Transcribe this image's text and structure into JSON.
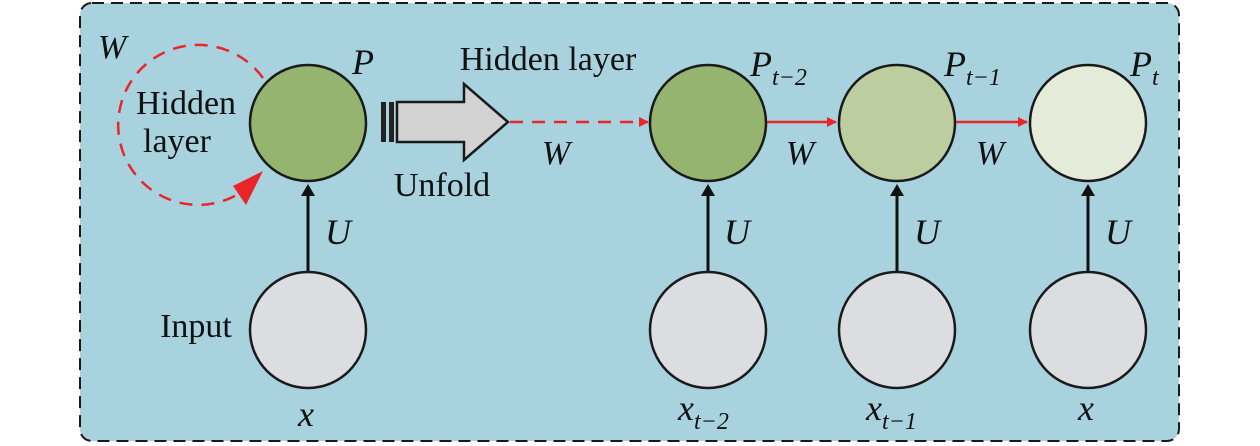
{
  "diagram": {
    "colors": {
      "panel_bg": "#a8d3de",
      "hidden_dark": "#94b46f",
      "hidden_mid": "#bccda0",
      "hidden_light": "#e5ebd9",
      "input_node": "#dcdde0",
      "recurrent_arrow": "#e8262a",
      "input_arrow": "#111111",
      "unfold_arrow": "#d2d2d2"
    },
    "folded": {
      "self_loop_label": "W",
      "hidden_caption_line1": "Hidden",
      "hidden_caption_line2": "layer",
      "hidden_node_label": "P",
      "input_weight_label": "U",
      "input_caption": "Input",
      "input_node_label": "x"
    },
    "unfold": {
      "top_label": "Hidden layer",
      "bottom_label": "Unfold",
      "weight_label": "W"
    },
    "unfolded": {
      "steps": [
        {
          "hidden_base": "P",
          "hidden_sub": "t−2",
          "input_base": "x",
          "input_sub": "t−2",
          "input_weight": "U"
        },
        {
          "hidden_base": "P",
          "hidden_sub": "t−1",
          "input_base": "x",
          "input_sub": "t−1",
          "input_weight": "U",
          "incoming_weight": "W"
        },
        {
          "hidden_base": "P",
          "hidden_sub": "t",
          "input_base": "x",
          "input_sub": "",
          "input_weight": "U",
          "incoming_weight": "W"
        }
      ]
    }
  }
}
